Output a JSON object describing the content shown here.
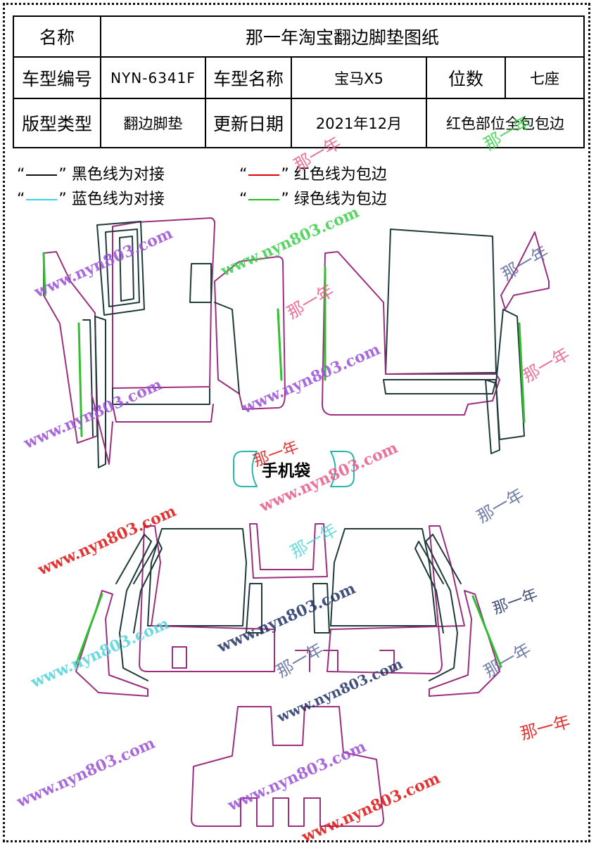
{
  "header": {
    "label_name": "名称",
    "title": "那一年淘宝翻边脚垫图纸",
    "label_model_code": "车型编号",
    "model_code": "NYN-6341F",
    "label_model_name": "车型名称",
    "model_name": "宝马X5",
    "label_seats": "位数",
    "seats": "七座",
    "label_type": "版型类型",
    "type": "翻边脚垫",
    "label_update": "更新日期",
    "update_date": "2021年12月",
    "note": "红色部位全包包边"
  },
  "legend": {
    "quote_open": "“",
    "quote_close": "”",
    "black": "黑色线为对接",
    "red": "红色线为包边",
    "blue": "蓝色线为对接",
    "green": "绿色线为包边",
    "colors": {
      "black": "#111111",
      "red": "#e00000",
      "blue": "#33d6e6",
      "green": "#22bb22"
    }
  },
  "drawing": {
    "phone_bag_label": "手机袋",
    "colors": {
      "outline": "#9b2f7e",
      "joint": "#1f3a3a",
      "green": "#2fbf2f",
      "cyan": "#2ab6b0"
    }
  },
  "watermarks": {
    "url": "www.nyn803.com",
    "brand": "那一年",
    "colors": {
      "purple": "#9a4fd8",
      "pink": "#e85a8a",
      "cyan": "#4fd4d8",
      "green": "#3ad04a",
      "red": "#e01010",
      "navy": "#223366",
      "slate": "#5a6a9a"
    }
  }
}
